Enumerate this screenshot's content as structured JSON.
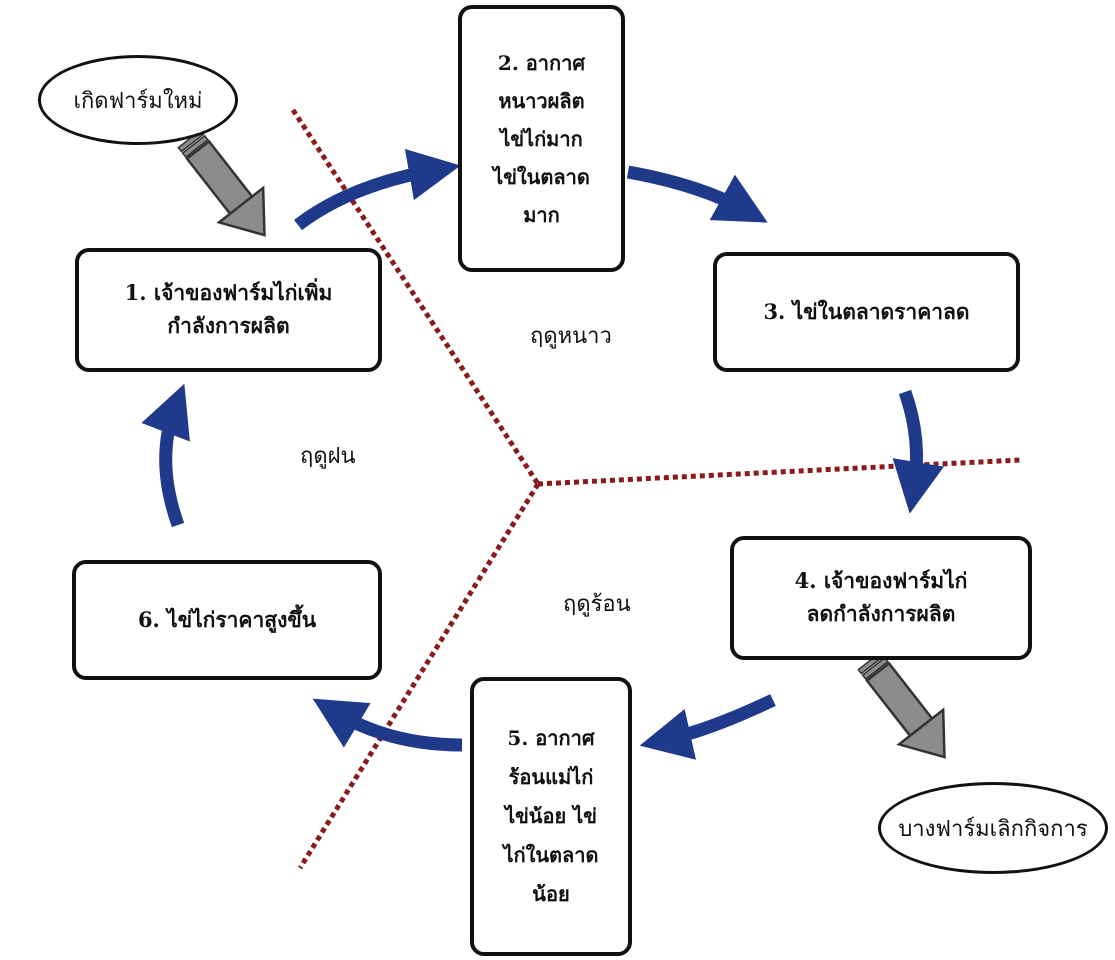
{
  "steps": [
    {
      "id": 1,
      "lines": [
        "1. เจ้าของฟาร์มไก่เพิ่ม",
        "กำลังการผลิต"
      ]
    },
    {
      "id": 2,
      "lines": [
        "2. อากาศ",
        "หนาวผลิต",
        "ไข่ไก่มาก",
        "ไข่ในตลาด",
        "มาก"
      ]
    },
    {
      "id": 3,
      "lines": [
        "3. ไข่ในตลาดราคาลด"
      ]
    },
    {
      "id": 4,
      "lines": [
        "4. เจ้าของฟาร์มไก่",
        "ลดกำลังการผลิต"
      ]
    },
    {
      "id": 5,
      "lines": [
        "5. อากาศ",
        "ร้อนแม่ไก่",
        "ไข่น้อย ไข่",
        "ไก่ในตลาด",
        "น้อย"
      ]
    },
    {
      "id": 6,
      "lines": [
        "6. ไข่ไก่ราคาสูงขึ้น"
      ]
    }
  ],
  "ovals": {
    "new_farm": "เกิดฟาร์มใหม่",
    "farm_exit": "บางฟาร์มเลิกกิจการ"
  },
  "seasons": {
    "winter": "ฤดูหนาว",
    "rainy": "ฤดูฝน",
    "summer": "ฤดูร้อน"
  },
  "colors": {
    "cycle_arrow": "#1f3a8a",
    "divider": "#8b1a1a",
    "side_arrow": "#8c8c8c"
  }
}
